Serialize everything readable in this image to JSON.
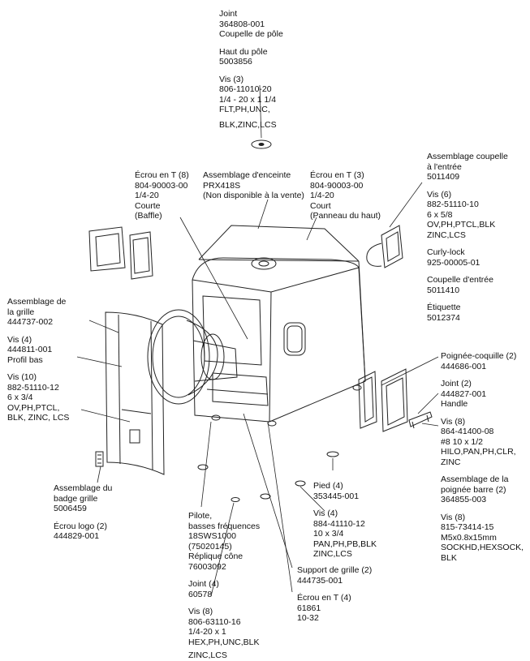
{
  "labels": {
    "top": {
      "joint_title": "Joint",
      "joint_pn": "364808-001",
      "joint_desc": "Coupelle de pôle",
      "haut_title": "Haut du pôle",
      "haut_pn": "5003856",
      "vis_title": "Vis (3)",
      "vis_pn": "806-11010-20",
      "vis_l1": "1/4 - 20 x 1 1/4",
      "vis_l2": "FLT,PH,UNC,",
      "vis_l3": "BLK,ZINC,LCS"
    },
    "ecrou_t8": {
      "l0": "Écrou en T (8)",
      "l1": "804-90003-00",
      "l2": "1/4-20",
      "l3": "Courte",
      "l4": "(Baffle)"
    },
    "enceinte": {
      "l0": "Assemblage d'enceinte",
      "l1": "PRX418S",
      "l2": "(Non disponible à la vente)"
    },
    "ecrou_t3": {
      "l0": "Écrou en T (3)",
      "l1": "804-90003-00",
      "l2": "1/4-20",
      "l3": "Court",
      "l4": "(Panneau du haut)"
    },
    "coupelle": {
      "a0": "Assemblage coupelle",
      "a1": "à l'entrée",
      "a2": "5011409",
      "v0": "Vis (6)",
      "v1": "882-51110-10",
      "v2": "6 x 5/8",
      "v3": "OV,PH,PTCL,BLK",
      "v4": "ZINC,LCS",
      "c0": "Curly-lock",
      "c1": "925-00005-01",
      "e0": "Coupelle d'entrée",
      "e1": "5011410",
      "t0": "Étiquette",
      "t1": "5012374"
    },
    "grille": {
      "a0": "Assemblage de",
      "a1": "la grille",
      "a2": "444737-002",
      "v0": "Vis (4)",
      "v1": "444811-001",
      "v2": "Profil bas",
      "w0": "Vis (10)",
      "w1": "882-51110-12",
      "w2": "6 x 3/4",
      "w3": "OV,PH,PTCL,",
      "w4": "BLK, ZINC, LCS"
    },
    "poignee": {
      "p0": "Poignée-coquille (2)",
      "p1": "444686-001",
      "j0": "Joint (2)",
      "j1": "444827-001",
      "j2": "Handle",
      "v0": "Vis (8)",
      "v1": "864-41400-08",
      "v2": "#8 10 x 1/2",
      "v3": "HILO,PAN,PH,CLR,",
      "v4": "ZINC",
      "b0": "Assemblage de la",
      "b1": "poignée barre (2)",
      "b2": "364855-003",
      "w0": "Vis (8)",
      "w1": "815-73414-15",
      "w2": "M5x0.8x15mm",
      "w3": "SOCKHD,HEXSOCK,",
      "w4": "BLK"
    },
    "badge": {
      "a0": "Assemblage du",
      "a1": "badge grille",
      "a2": "5006459",
      "e0": "Écrou logo (2)",
      "e1": "444829-001"
    },
    "pied": {
      "p0": "Pied (4)",
      "p1": "353445-001",
      "v0": "Vis (4)",
      "v1": "884-41110-12",
      "v2": "10 x 3/4",
      "v3": "PAN,PH,PB,BLK",
      "v4": "ZINC,LCS"
    },
    "pilote": {
      "p0": "Pilote,",
      "p1": "basses fréquences",
      "p2": "18SWS1000",
      "p3": "(75020145)",
      "p4": "Réplique cône",
      "p5": "76003092",
      "j0": "Joint (4)",
      "j1": "60578",
      "v0": "Vis (8)",
      "v1": "806-63110-16",
      "v2": "1/4-20 x 1",
      "v3": "HEX,PH,UNC,BLK",
      "v4": "ZINC,LCS"
    },
    "support": {
      "s0": "Support de grille (2)",
      "s1": "444735-001",
      "e0": "Écrou en T (4)",
      "e1": "61861",
      "e2": "10-32"
    }
  }
}
